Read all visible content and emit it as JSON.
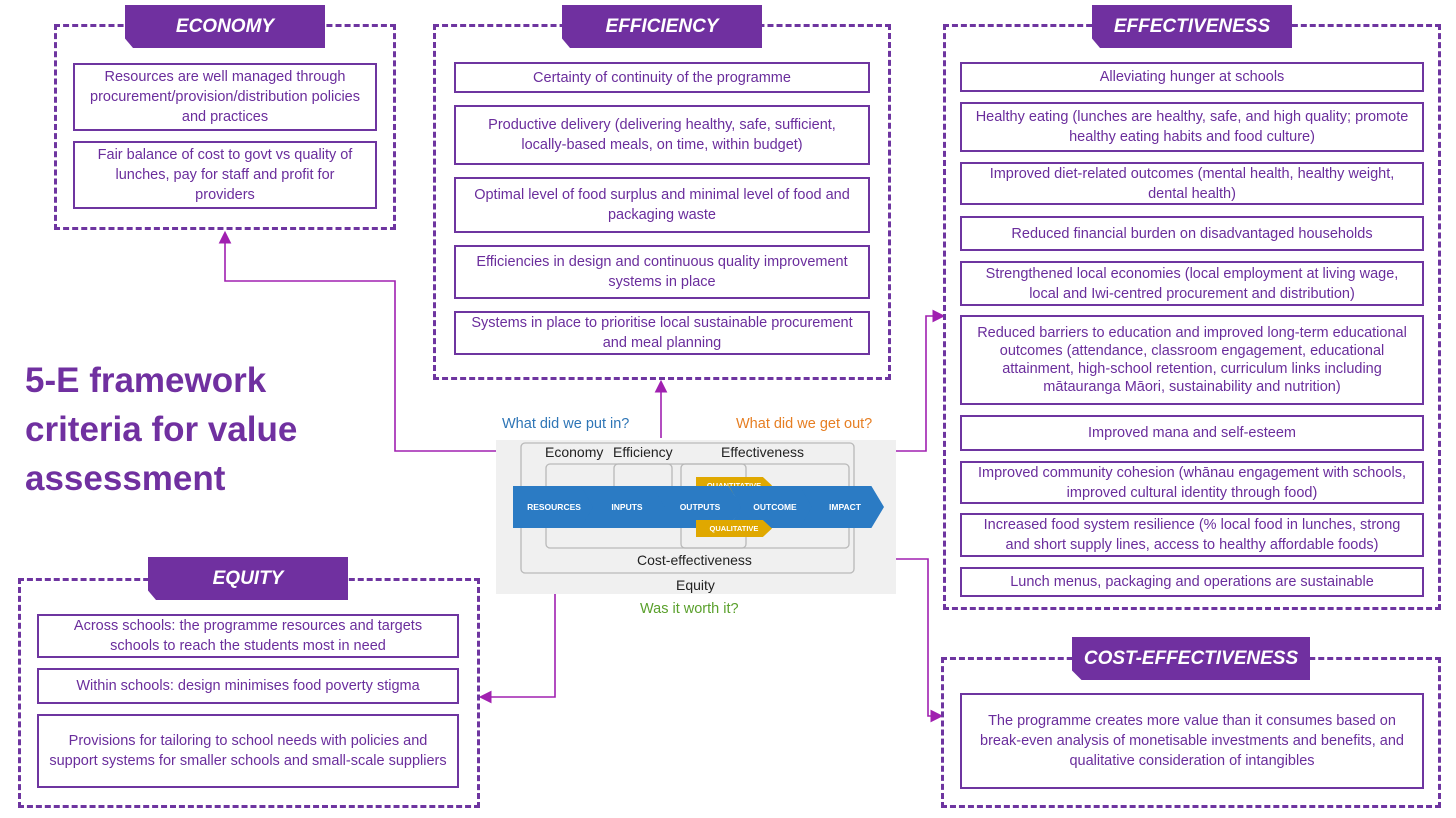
{
  "title": "5-E framework criteria for value assessment",
  "colors": {
    "purple": "#7030a0",
    "border": "#6e35a0",
    "connector": "#a020b0",
    "blue_chevron": "#2b7bc4",
    "gold_tag": "#e0a800",
    "q_blue": "#2e75b6",
    "q_orange": "#e67e22",
    "q_green": "#5aa02c"
  },
  "economy": {
    "label": "ECONOMY",
    "items": [
      "Resources are well managed through procurement/provision/distribution policies and practices",
      "Fair balance of cost to govt vs quality of lunches, pay for staff and profit for providers"
    ]
  },
  "efficiency": {
    "label": "EFFICIENCY",
    "items": [
      "Certainty of continuity of the programme",
      "Productive delivery (delivering healthy, safe, sufficient, locally-based meals, on time, within budget)",
      "Optimal level of food surplus and minimal level of food and packaging waste",
      "Efficiencies in design and continuous quality improvement systems in place",
      "Systems in place to prioritise local sustainable procurement and meal planning"
    ]
  },
  "effectiveness": {
    "label": "EFFECTIVENESS",
    "items": [
      "Alleviating hunger at schools",
      "Healthy eating (lunches are healthy, safe, and high quality; promote healthy eating habits and food culture)",
      "Improved diet-related outcomes (mental health, healthy weight, dental health)",
      "Reduced financial burden on disadvantaged households",
      "Strengthened local economies (local employment at living wage, local and Iwi-centred procurement and distribution)",
      "Reduced barriers to education and improved long-term educational outcomes (attendance, classroom engagement, educational attainment, high-school retention, curriculum links including mātauranga Māori, sustainability and nutrition)",
      "Improved mana and self-esteem",
      "Improved community cohesion (whānau engagement with schools, improved cultural identity through food)",
      "Increased food system resilience (% local food in lunches, strong and short supply lines, access to healthy affordable foods)",
      "Lunch menus, packaging and operations are sustainable"
    ]
  },
  "equity": {
    "label": "EQUITY",
    "items": [
      "Across schools: the programme resources and targets schools to reach the students most in need",
      "Within schools: design minimises food poverty stigma",
      "Provisions for tailoring to school needs with policies and support systems for smaller schools and small-scale suppliers"
    ]
  },
  "cost_effectiveness": {
    "label": "COST-EFFECTIVENESS",
    "items": [
      "The programme creates more value than it consumes based on break-even analysis of monetisable investments and benefits, and qualitative consideration of intangibles"
    ]
  },
  "center": {
    "q_in": "What did we put in?",
    "q_out": "What did we get out?",
    "q_worth": "Was it worth it?",
    "economy": "Economy",
    "efficiency": "Efficiency",
    "effectiveness": "Effectiveness",
    "cost_effectiveness": "Cost-effectiveness",
    "equity": "Equity",
    "chain": [
      "RESOURCES",
      "INPUTS",
      "OUTPUTS",
      "OUTCOME",
      "IMPACT"
    ],
    "quantitative": "QUANTITATIVE",
    "qualitative": "QUALITATIVE"
  }
}
